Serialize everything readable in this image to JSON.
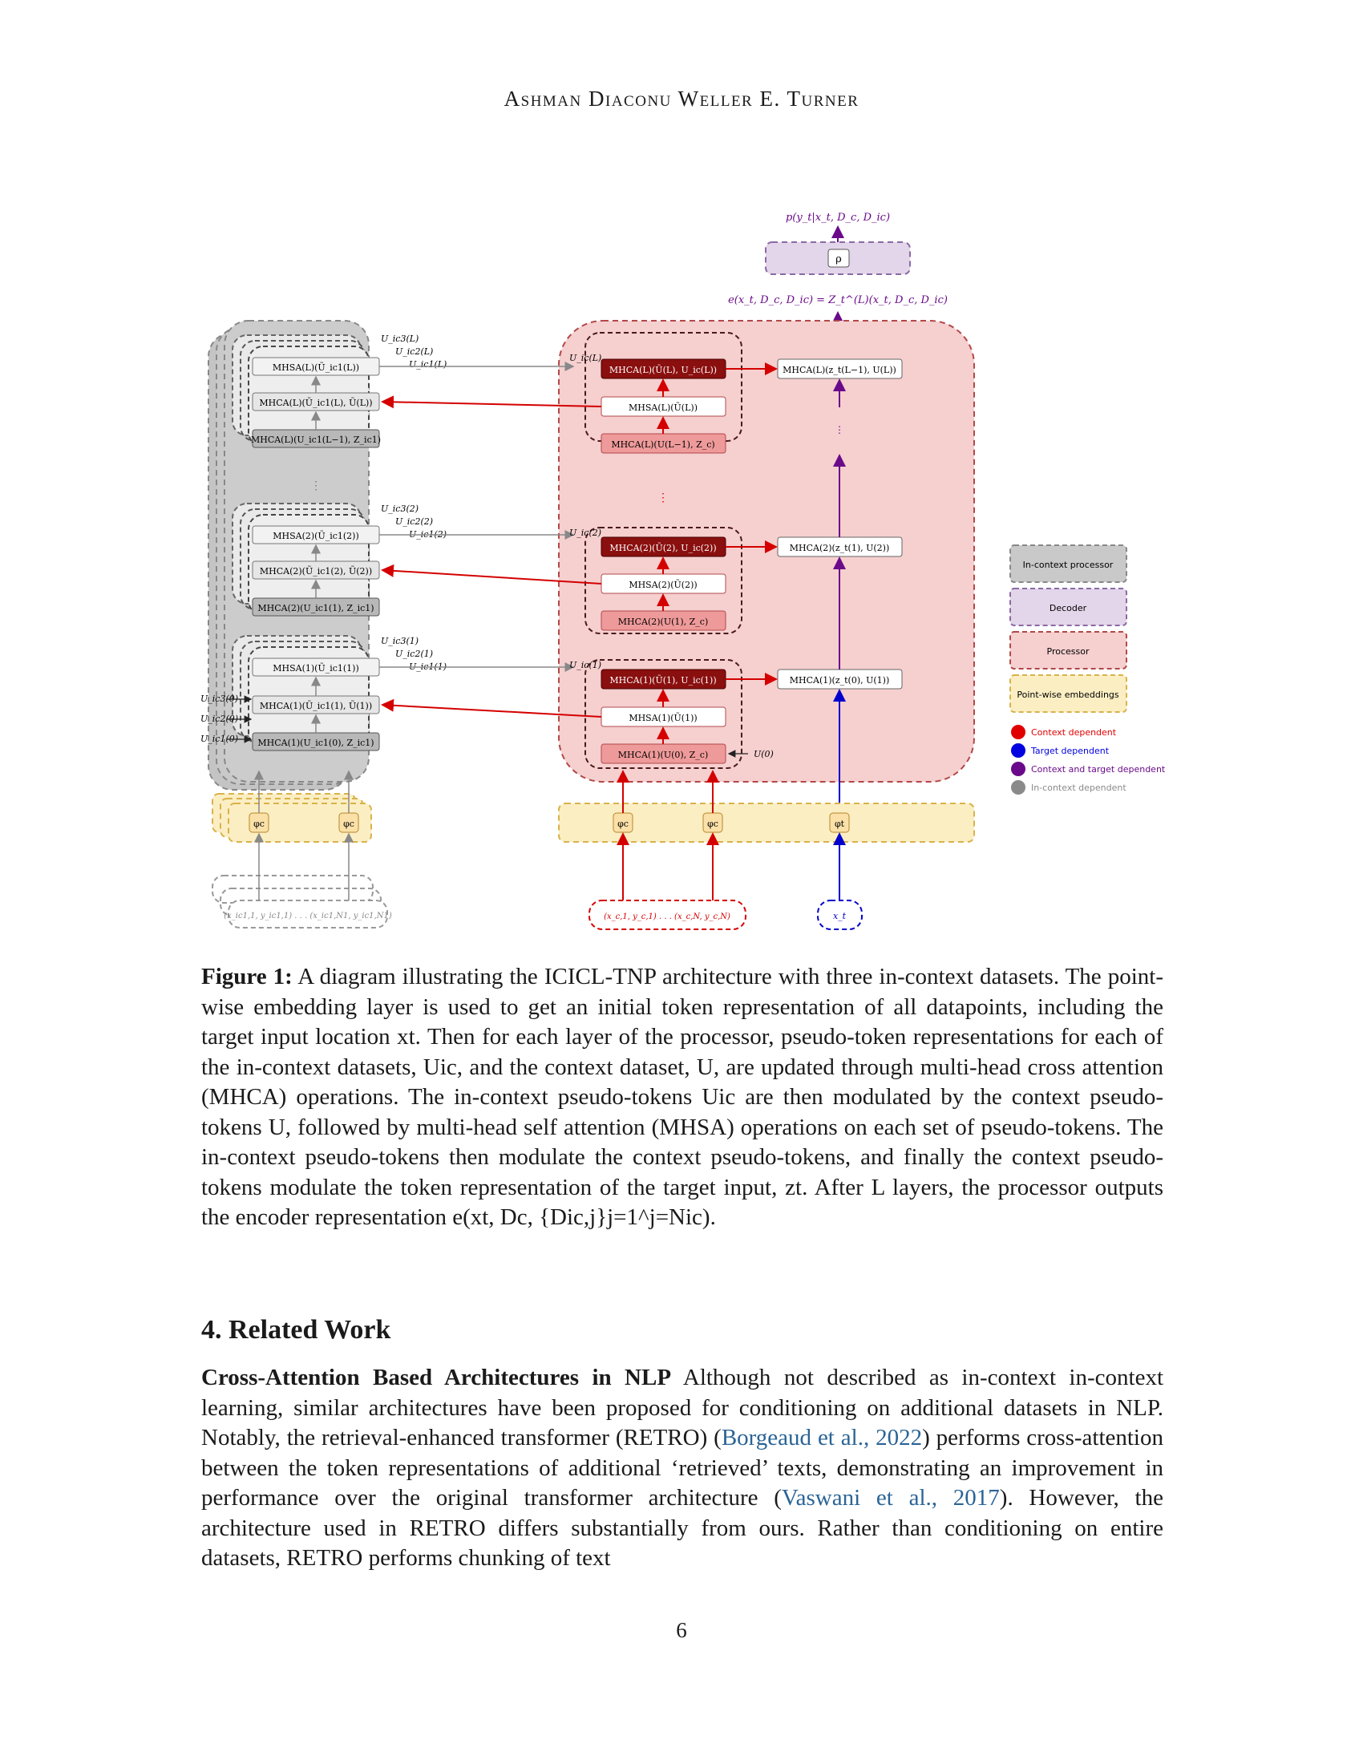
{
  "header": {
    "authors": "Ashman Diaconu Weller E. Turner"
  },
  "figure": {
    "output_label": "p(y_t|x_t, D_c, D_ic)",
    "decoder_fn": "ρ",
    "encoder_label": "e(x_t, D_c, D_ic) = Z_t^(L)(x_t, D_c, D_ic)",
    "incontext_blocks": [
      {
        "layer": "L",
        "mhsa": "MHSA(L)(Ũ_ic1(L))",
        "mhca_mid": "MHCA(L)(Ũ_ic1(L), Ũ(L))",
        "mhca_bot": "MHCA(L)(U_ic1(L−1), Z_ic1)",
        "out3": "U_ic3(L)",
        "out2": "U_ic2(L)",
        "out1": "U_ic1(L)"
      },
      {
        "layer": "2",
        "mhsa": "MHSA(2)(Ũ_ic1(2))",
        "mhca_mid": "MHCA(2)(Ũ_ic1(2), Ũ(2))",
        "mhca_bot": "MHCA(2)(U_ic1(1), Z_ic1)",
        "out3": "U_ic3(2)",
        "out2": "U_ic2(2)",
        "out1": "U_ic1(2)"
      },
      {
        "layer": "1",
        "mhsa": "MHSA(1)(Ũ_ic1(1))",
        "mhca_mid": "MHCA(1)(Ũ_ic1(1), Ũ(1))",
        "mhca_bot": "MHCA(1)(U_ic1(0), Z_ic1)",
        "out3": "U_ic3(1)",
        "out2": "U_ic2(1)",
        "out1": "U_ic1(1)"
      }
    ],
    "processor_blocks": [
      {
        "layer": "L",
        "top": "MHCA(L)(Ũ(L), U_ic(L))",
        "mid": "MHSA(L)(Ũ(L))",
        "bot": "MHCA(L)(U(L−1), Z_c)",
        "target": "MHCA(L)(z_t(L−1), U(L))",
        "uic": "U_ic(L)"
      },
      {
        "layer": "2",
        "top": "MHCA(2)(Ũ(2), U_ic(2))",
        "mid": "MHSA(2)(Ũ(2))",
        "bot": "MHCA(2)(U(1), Z_c)",
        "target": "MHCA(2)(z_t(1), U(2))",
        "uic": "U_ic(2)"
      },
      {
        "layer": "1",
        "top": "MHCA(1)(Ũ(1), U_ic(1))",
        "mid": "MHSA(1)(Ũ(1))",
        "bot": "MHCA(1)(U(0), Z_c)",
        "target": "MHCA(1)(z_t(0), U(1))",
        "uic": "U_ic(1)"
      }
    ],
    "input_tokens": [
      "U_ic3(0)",
      "U_ic2(0)",
      "U_ic1(0)"
    ],
    "u0_label": "U(0)",
    "phi_c": "φc",
    "phi_t": "φt",
    "ic_data_label": "(x_ic1,1, y_ic1,1) . . . (x_ic1,N1, y_ic1,N1)",
    "ctx_data_label": "(x_c,1, y_c,1) . . . (x_c,N, y_c,N)",
    "target_label": "x_t",
    "legend_boxes": [
      {
        "label": "In-context processor",
        "fill": "#c9c9c9",
        "stroke": "#888888"
      },
      {
        "label": "Decoder",
        "fill": "#e3d5ea",
        "stroke": "#8a6aa5"
      },
      {
        "label": "Processor",
        "fill": "#f6cfcf",
        "stroke": "#b24848"
      },
      {
        "label": "Point-wise embeddings",
        "fill": "#fbeec3",
        "stroke": "#d9b24a"
      }
    ],
    "legend_dots": [
      {
        "label": "Context dependent",
        "color": "#e00000"
      },
      {
        "label": "Target dependent",
        "color": "#0000e0"
      },
      {
        "label": "Context and target dependent",
        "color": "#6a0a8a"
      },
      {
        "label": "In-context dependent",
        "color": "#8a8a8a"
      }
    ]
  },
  "caption": {
    "label": "Figure 1:",
    "text": "A diagram illustrating the ICICL-TNP architecture with three in-context datasets. The point-wise embedding layer is used to get an initial token representation of all datapoints, including the target input location xt. Then for each layer of the processor, pseudo-token representations for each of the in-context datasets, Uic, and the context dataset, U, are updated through multi-head cross attention (MHCA) operations. The in-context pseudo-tokens Uic are then modulated by the context pseudo-tokens U, followed by multi-head self attention (MHSA) operations on each set of pseudo-tokens. The in-context pseudo-tokens then modulate the context pseudo-tokens, and finally the context pseudo-tokens modulate the token representation of the target input, zt. After L layers, the processor outputs the encoder representation e(xt, Dc, {Dic,j}j=1^j=Nic)."
  },
  "section": {
    "number": "4.",
    "title": "Related Work"
  },
  "paragraph": {
    "heading": "Cross-Attention Based Architectures in NLP",
    "text1": "Although not described as in-context in-context learning, similar architectures have been proposed for conditioning on additional datasets in NLP. Notably, the retrieval-enhanced transformer (RETRO) (",
    "cite1": "Borgeaud et al., 2022",
    "text2": ") performs cross-attention between the token representations of additional ‘retrieved’ texts, demonstrating an improvement in performance over the original transformer architecture (",
    "cite2": "Vaswani et al., 2017",
    "text3": "). However, the architecture used in RETRO differs substantially from ours. Rather than conditioning on entire datasets, RETRO performs chunking of text"
  },
  "page_number": "6"
}
